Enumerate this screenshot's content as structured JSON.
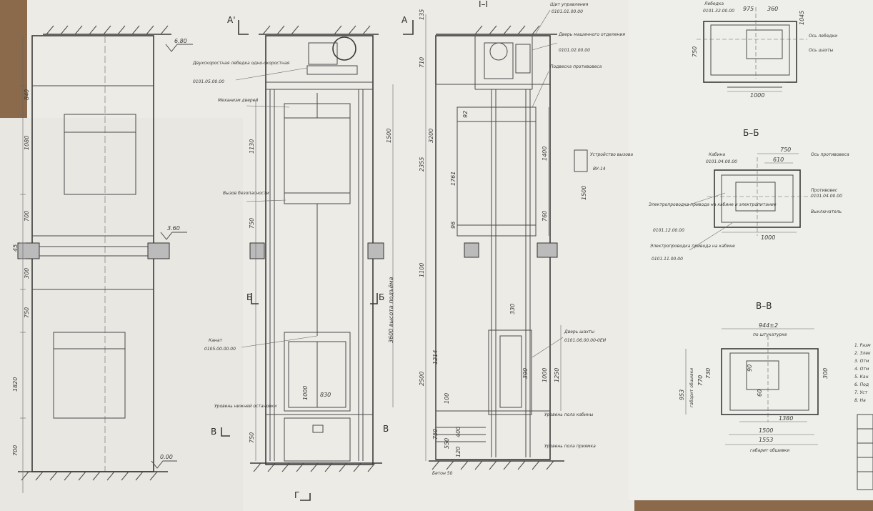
{
  "sections": {
    "a_left": "A'",
    "a_right": "A",
    "one_one": "I–I",
    "b_b": "Б–Б",
    "v_v": "В–В",
    "b_mark": "Б",
    "v_mark": "В",
    "g_mark": "Г"
  },
  "elevation_view": {
    "level_top": "6.80",
    "level_mid": "3.60",
    "level_zero": "0.00",
    "dims": [
      "840",
      "1080",
      "700",
      "45",
      "300",
      "750",
      "1820",
      "700"
    ]
  },
  "front_view": {
    "dims_left": [
      "1130",
      "750",
      "750"
    ],
    "dims_right": [
      "1500"
    ],
    "label_suspension_height": "3600 высота подъёма",
    "inner_dims": [
      "1000",
      "830"
    ],
    "callouts": {
      "motor": "Двухскоростная лебедка одно-скоростная",
      "door": "Механизм дверей",
      "floor_btn": "Вызов безопасности",
      "rope": "Канат",
      "pit_level": "Уровень нижней остановки"
    },
    "codes": {
      "motor": "0101.05.00.00",
      "rope": "0105.00.00.00"
    }
  },
  "side_view": {
    "dims_left": [
      "135",
      "710",
      "3200",
      "2355",
      "1761",
      "96",
      "1100",
      "1214",
      "2500",
      "100",
      "750",
      "550",
      "400",
      "120"
    ],
    "dims_right": [
      "1400",
      "760",
      "1000",
      "1250"
    ],
    "dims_inner": [
      "92",
      "330",
      "390"
    ],
    "callouts": {
      "control": "Щит управления",
      "engine_door": "Дверь машинного отделения",
      "counterweight": "Подвеска противовеса",
      "shaft_door": "Дверь шахты",
      "pit": "Уровень пола приямка",
      "floor_level": "Уровень пола кабины",
      "device": "Устройство вызова",
      "device_code": "ВУ-14",
      "concrete": "Бетон 50"
    },
    "codes": {
      "control": "0101.01.00.00",
      "door": "0101.02.00.00",
      "shaft_door": "0101.06.00.00-0ЕИ"
    }
  },
  "top_plan": {
    "dims": [
      "975",
      "360",
      "1045",
      "750",
      "1000"
    ],
    "callouts": {
      "winch": "Лебедка",
      "winch_code": "0101.32.00.00",
      "axis_a": "Ось лебедки",
      "axis_b": "Ось шахты"
    }
  },
  "section_bb": {
    "dims": [
      "750",
      "610",
      "1000"
    ],
    "callouts": {
      "cab": "Кабина",
      "cab_code": "0101.04.00.00",
      "axis": "Ось противовеса",
      "cw": "Противовес",
      "cw_code": "0101.04.00.00",
      "switch": "Выключатель",
      "elec1": "Электропроводка привода на кабине и электропитание",
      "elec1_code": "0101.12.00.00",
      "elec2": "Электропроводка привода на кабине",
      "elec2_code": "0101.11.00.00"
    }
  },
  "section_vv": {
    "dims_top": "944±2",
    "dims_top_note": "по штукатурке",
    "dims_left": [
      "953",
      "770",
      "730"
    ],
    "dims_inner": [
      "90",
      "60"
    ],
    "dims_right": [
      "300"
    ],
    "dims_bottom": [
      "1380",
      "1500",
      "1553"
    ],
    "label_left": "габарит обшивки",
    "label_bottom": "габарит обшивки"
  },
  "side_notes": [
    "1. Разм",
    "2. Злек",
    "3. Отм",
    "4. Отм",
    "5. Кан",
    "6. Под",
    "7. Уст",
    "8. На"
  ]
}
